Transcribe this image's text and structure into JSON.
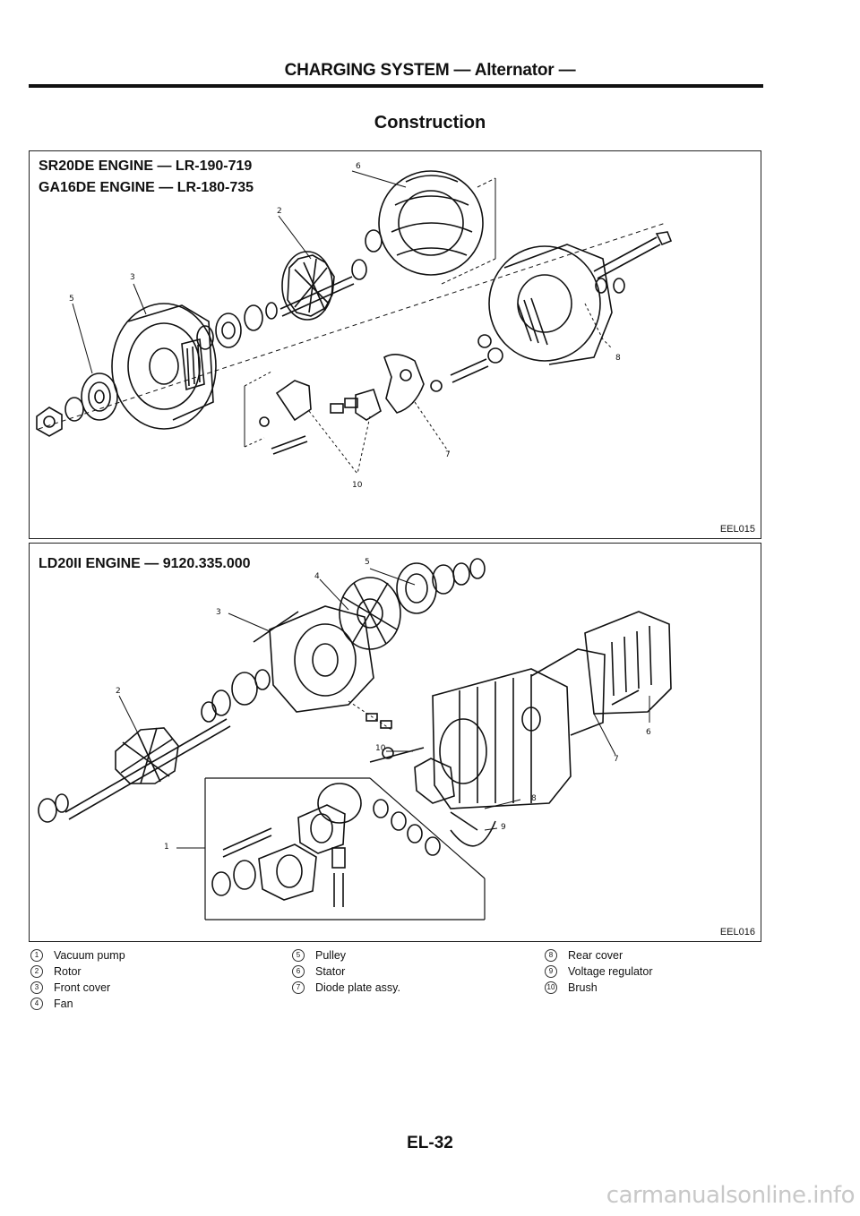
{
  "header": {
    "title": "CHARGING SYSTEM — Alternator —",
    "section": "Construction"
  },
  "panel1": {
    "labels": [
      "SR20DE ENGINE  — LR-190-719",
      "GA16DE ENGINE  — LR-180-735"
    ],
    "fig_code": "EEL015",
    "callouts": [
      "6",
      "2",
      "3",
      "5",
      "8",
      "7",
      "10"
    ]
  },
  "panel2": {
    "label": "LD20II ENGINE  — 9120.335.000",
    "fig_code": "EEL016",
    "callouts": [
      "5",
      "4",
      "3",
      "2",
      "6",
      "7",
      "10",
      "8",
      "9",
      "1"
    ]
  },
  "legend": {
    "columns": [
      [
        {
          "num": "1",
          "label": "Vacuum pump"
        },
        {
          "num": "2",
          "label": "Rotor"
        },
        {
          "num": "3",
          "label": "Front cover"
        },
        {
          "num": "4",
          "label": "Fan"
        }
      ],
      [
        {
          "num": "5",
          "label": "Pulley"
        },
        {
          "num": "6",
          "label": "Stator"
        },
        {
          "num": "7",
          "label": "Diode plate assy."
        }
      ],
      [
        {
          "num": "8",
          "label": "Rear cover"
        },
        {
          "num": "9",
          "label": "Voltage regulator"
        },
        {
          "num": "10",
          "label": "Brush"
        }
      ]
    ]
  },
  "footer": {
    "page_number": "EL-32",
    "watermark": "carmanualsonline.info"
  }
}
